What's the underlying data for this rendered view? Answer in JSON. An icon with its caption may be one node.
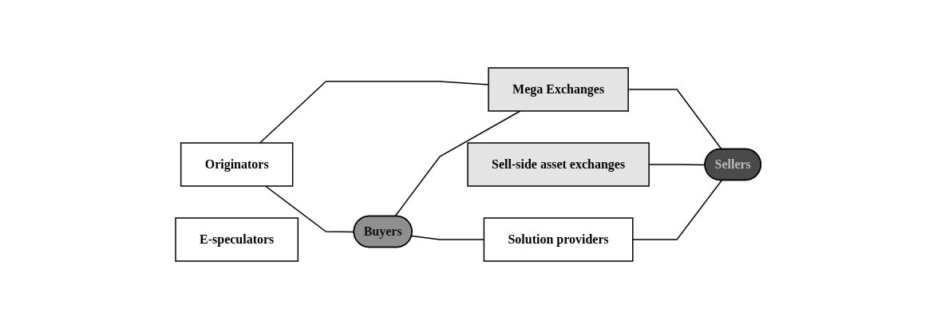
{
  "diagram": {
    "nodes": [
      {
        "text": [
          "Originators"
        ]
      },
      {
        "text": [
          "E-speculators"
        ]
      },
      {
        "text": [
          "Sell-side asset exchanges"
        ]
      },
      {
        "text": [
          "Buyers"
        ]
      },
      {
        "text": [
          "Mega Exchanges"
        ]
      },
      {
        "text": [
          "Sellers"
        ]
      },
      {
        "text": [
          "Solution providers"
        ]
      }
    ],
    "edges": [
      {
        "from": 0,
        "to": 3,
        "arrow": "none"
      },
      {
        "from": 0,
        "to": 4,
        "arrow": "none"
      },
      {
        "from": 3,
        "to": 4,
        "arrow": "none"
      },
      {
        "from": 4,
        "to": 5,
        "arrow": "none"
      },
      {
        "from": 2,
        "to": 5,
        "arrow": "none"
      },
      {
        "from": 3,
        "to": 6,
        "arrow": "none"
      },
      {
        "from": 6,
        "to": 5,
        "arrow": "none"
      }
    ]
  }
}
